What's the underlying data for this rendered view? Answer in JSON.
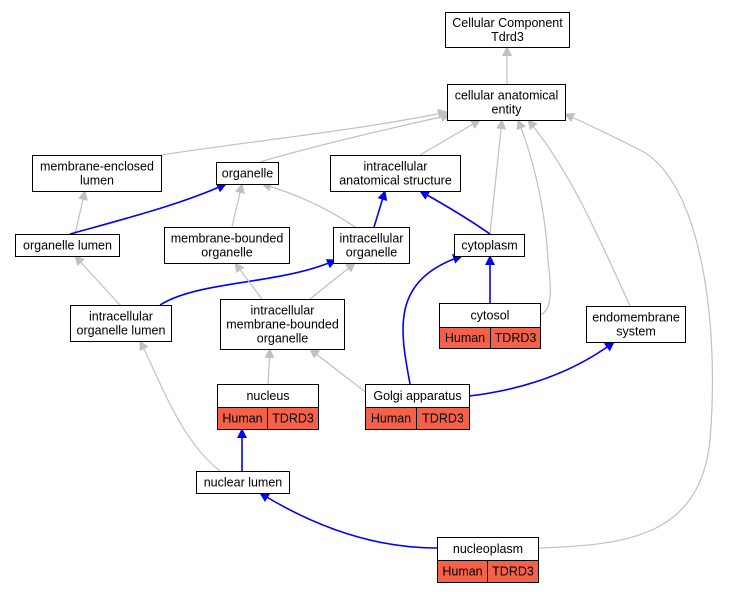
{
  "colors": {
    "edge_gray": "#c0c0c0",
    "edge_blue": "#0000ff",
    "annotation_fill": "#f4614a",
    "node_fill": "#ffffff"
  },
  "nodes": {
    "root": {
      "lines": [
        "Cellular Component",
        "Tdrd3"
      ]
    },
    "cae": {
      "lines": [
        "cellular anatomical",
        "entity"
      ]
    },
    "mel": {
      "lines": [
        "membrane-enclosed",
        "lumen"
      ]
    },
    "org": {
      "lines": [
        "organelle"
      ]
    },
    "ias": {
      "lines": [
        "intracellular",
        "anatomical structure"
      ]
    },
    "orglum": {
      "lines": [
        "organelle lumen"
      ]
    },
    "mbo": {
      "lines": [
        "membrane-bounded",
        "organelle"
      ]
    },
    "io": {
      "lines": [
        "intracellular",
        "organelle"
      ]
    },
    "cyto": {
      "lines": [
        "cytoplasm"
      ]
    },
    "iol": {
      "lines": [
        "intracellular",
        "organelle lumen"
      ]
    },
    "imbo": {
      "lines": [
        "intracellular",
        "membrane-bounded",
        "organelle"
      ]
    },
    "cytosol": {
      "lines": [
        "cytosol"
      ],
      "annotation": [
        "Human",
        "TDRD3"
      ]
    },
    "endo": {
      "lines": [
        "endomembrane",
        "system"
      ]
    },
    "nucleus": {
      "lines": [
        "nucleus"
      ],
      "annotation": [
        "Human",
        "TDRD3"
      ]
    },
    "golgi": {
      "lines": [
        "Golgi apparatus"
      ],
      "annotation": [
        "Human",
        "TDRD3"
      ]
    },
    "nuclum": {
      "lines": [
        "nuclear lumen"
      ]
    },
    "nucleoplasm": {
      "lines": [
        "nucleoplasm"
      ],
      "annotation": [
        "Human",
        "TDRD3"
      ]
    }
  },
  "edges": [
    {
      "from": "cae",
      "to": "root",
      "kind": "is_a"
    },
    {
      "from": "mel",
      "to": "cae",
      "kind": "is_a"
    },
    {
      "from": "org",
      "to": "cae",
      "kind": "is_a"
    },
    {
      "from": "ias",
      "to": "cae",
      "kind": "is_a"
    },
    {
      "from": "cyto",
      "to": "cae",
      "kind": "is_a"
    },
    {
      "from": "cytosol",
      "to": "cae",
      "kind": "is_a"
    },
    {
      "from": "endo",
      "to": "cae",
      "kind": "is_a"
    },
    {
      "from": "nucleoplasm",
      "to": "cae",
      "kind": "is_a"
    },
    {
      "from": "orglum",
      "to": "mel",
      "kind": "is_a"
    },
    {
      "from": "orglum",
      "to": "org",
      "kind": "part_of"
    },
    {
      "from": "mbo",
      "to": "org",
      "kind": "is_a"
    },
    {
      "from": "io",
      "to": "org",
      "kind": "is_a"
    },
    {
      "from": "io",
      "to": "ias",
      "kind": "part_of"
    },
    {
      "from": "cyto",
      "to": "ias",
      "kind": "part_of"
    },
    {
      "from": "iol",
      "to": "orglum",
      "kind": "is_a"
    },
    {
      "from": "iol",
      "to": "io",
      "kind": "part_of"
    },
    {
      "from": "imbo",
      "to": "mbo",
      "kind": "is_a"
    },
    {
      "from": "imbo",
      "to": "io",
      "kind": "is_a"
    },
    {
      "from": "cytosol",
      "to": "cyto",
      "kind": "part_of"
    },
    {
      "from": "nucleus",
      "to": "imbo",
      "kind": "is_a"
    },
    {
      "from": "golgi",
      "to": "imbo",
      "kind": "is_a"
    },
    {
      "from": "golgi",
      "to": "cyto",
      "kind": "part_of"
    },
    {
      "from": "golgi",
      "to": "endo",
      "kind": "part_of"
    },
    {
      "from": "nuclum",
      "to": "iol",
      "kind": "is_a"
    },
    {
      "from": "nuclum",
      "to": "nucleus",
      "kind": "part_of"
    },
    {
      "from": "nucleoplasm",
      "to": "nuclum",
      "kind": "part_of"
    }
  ]
}
